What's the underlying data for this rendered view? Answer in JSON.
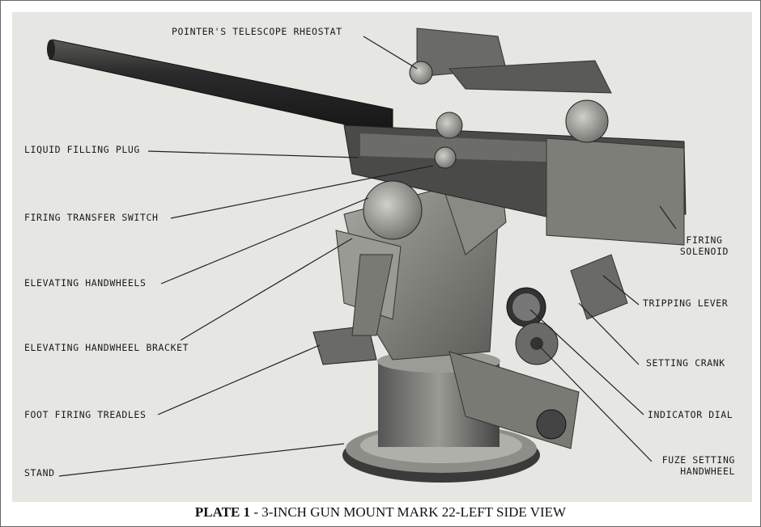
{
  "labels": {
    "pointers_telescope_rheostat": "POINTER'S TELESCOPE RHEOSTAT",
    "liquid_filling_plug": "LIQUID FILLING PLUG",
    "firing_transfer_switch": "FIRING TRANSFER SWITCH",
    "elevating_handwheels": "ELEVATING HANDWHEELS",
    "elevating_handwheel_bracket": "ELEVATING HANDWHEEL BRACKET",
    "foot_firing_treadles": "FOOT FIRING TREADLES",
    "stand": "STAND",
    "firing_solenoid_1": "FIRING",
    "firing_solenoid_2": "SOLENOID",
    "tripping_lever": "TRIPPING LEVER",
    "setting_crank": "SETTING CRANK",
    "indicator_dial": "INDICATOR DIAL",
    "fuze_setting_1": "FUZE SETTING",
    "fuze_setting_2": "HANDWHEEL"
  },
  "caption": {
    "bold": "PLATE 1",
    "rest": " - 3-INCH GUN MOUNT MARK 22-LEFT SIDE VIEW"
  },
  "colors": {
    "paper": "#e6e6e2",
    "metal_dark": "#2b2b2b",
    "metal_mid": "#7a7a76",
    "metal_light": "#b8b8b2"
  }
}
